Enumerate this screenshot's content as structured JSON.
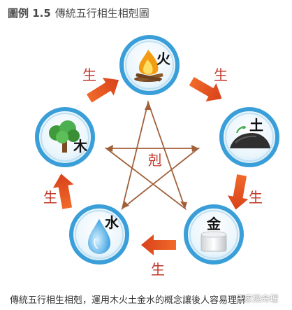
{
  "figure": {
    "label": "圖例 1.5",
    "title": "傳統五行相生相剋圖"
  },
  "elements": [
    {
      "key": "fire",
      "char": "火",
      "icon": "flame-icon"
    },
    {
      "key": "earth",
      "char": "土",
      "icon": "rock-icon"
    },
    {
      "key": "metal",
      "char": "金",
      "icon": "metal-block-icon"
    },
    {
      "key": "water",
      "char": "水",
      "icon": "water-drop-icon"
    },
    {
      "key": "wood",
      "char": "木",
      "icon": "tree-icon"
    }
  ],
  "relations": {
    "generating_label": "生",
    "overcoming_label": "剋"
  },
  "caption": "傳統五行相生相剋，運用木火土金水的概念讓後人容易理解",
  "watermark": "王家梁命理",
  "colors": {
    "ring": "#3a9fd8",
    "generating_arrow": "#e8501f",
    "overcoming_line": "#a0603a",
    "label_text": "#c0392b"
  }
}
